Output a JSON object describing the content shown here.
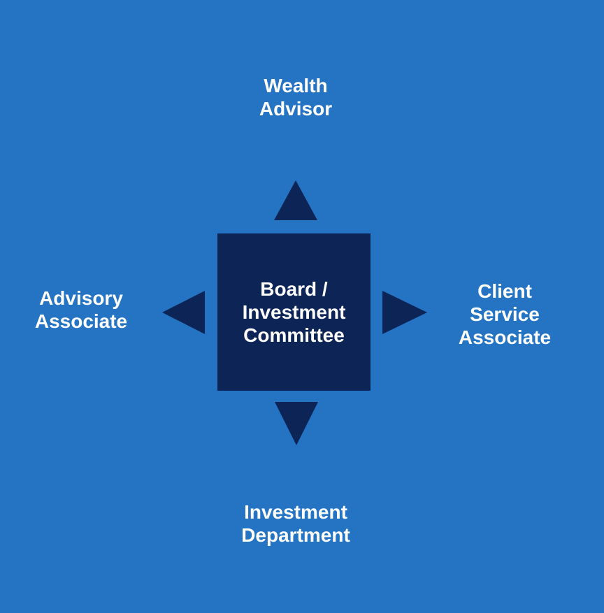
{
  "diagram": {
    "center": {
      "label": "Board /\nInvestment\nCommittee"
    },
    "nodes": {
      "top": {
        "label": "Wealth\nAdvisor"
      },
      "left": {
        "label": "Advisory\nAssociate"
      },
      "right": {
        "label": "Client\nService\nAssociate"
      },
      "bottom": {
        "label": "Investment\nDepartment"
      }
    },
    "icons": {
      "up": "arrow-up-icon",
      "down": "arrow-down-icon",
      "left": "arrow-left-icon",
      "right": "arrow-right-icon"
    },
    "colors": {
      "background": "#2574C4",
      "navy": "#0D2457",
      "text": "#FFFFFF"
    }
  }
}
